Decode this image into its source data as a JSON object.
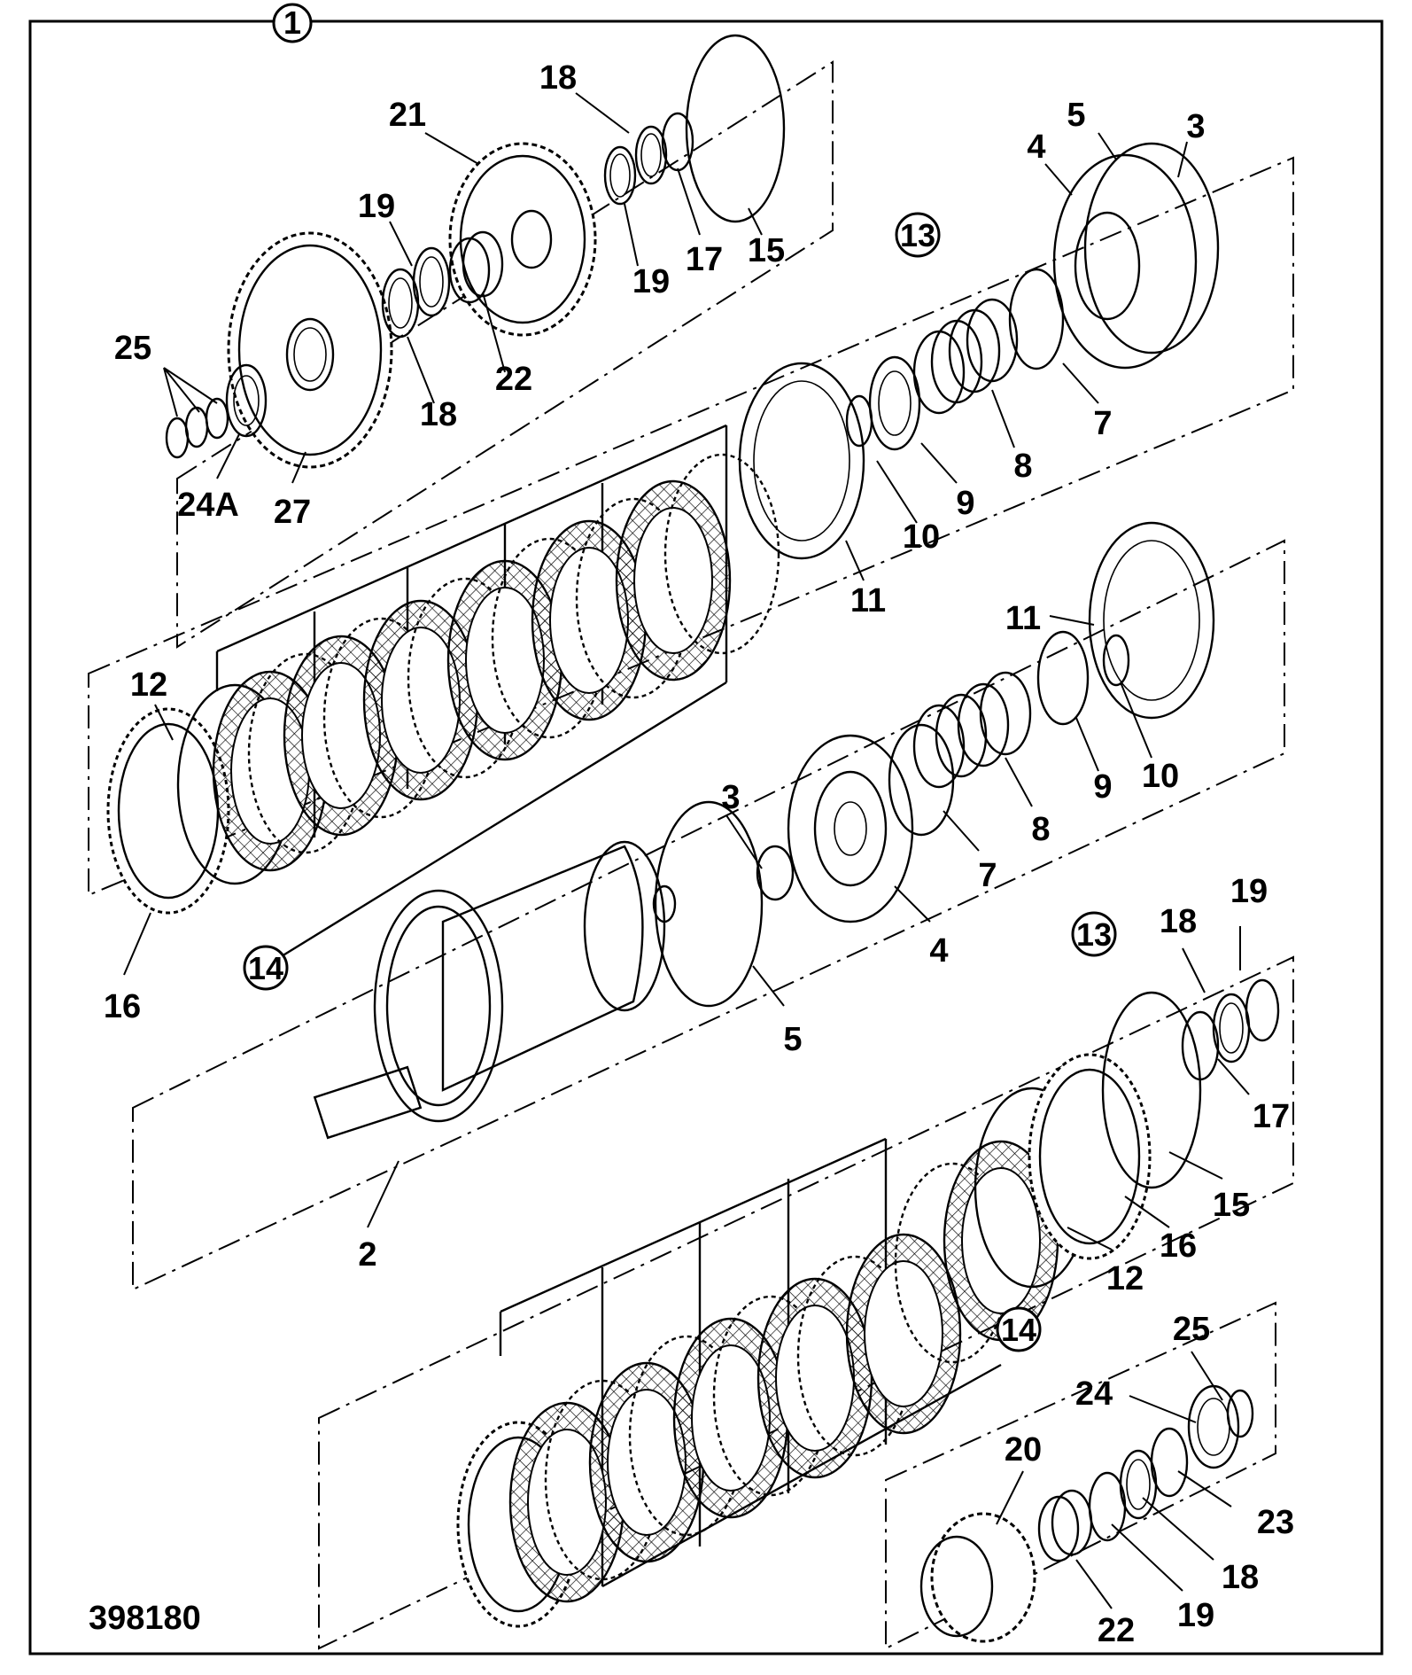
{
  "drawing_number": "398180",
  "callouts": {
    "assembly": "1",
    "group_a": "13",
    "group_b": "14",
    "group_a_lower": "13",
    "group_b_lower": "14"
  },
  "part_labels": {
    "p21": "21",
    "p18_top": "18",
    "p19_top": "19",
    "p22_top": "22",
    "p18_mid": "18",
    "p19_r": "19",
    "p17_top": "17",
    "p15_top": "15",
    "p25_top": "25",
    "p24a": "24A",
    "p27": "27",
    "p5_top": "5",
    "p3_top": "3",
    "p4_top": "4",
    "p7_top": "7",
    "p8_top": "8",
    "p9_top": "9",
    "p10_top": "10",
    "p11_top": "11",
    "p12_top": "12",
    "p16_top": "16",
    "p11_mid": "11",
    "p10_mid": "10",
    "p9_mid": "9",
    "p8_mid": "8",
    "p7_mid": "7",
    "p4_mid": "4",
    "p3_mid": "3",
    "p5_mid": "5",
    "p2": "2",
    "p19_low": "19",
    "p18_low": "18",
    "p17_low": "17",
    "p15_low": "15",
    "p16_low": "16",
    "p12_low": "12",
    "p25_low": "25",
    "p24_low": "24",
    "p20": "20",
    "p23": "23",
    "p18_bot": "18",
    "p19_bot": "19",
    "p22_bot": "22"
  }
}
